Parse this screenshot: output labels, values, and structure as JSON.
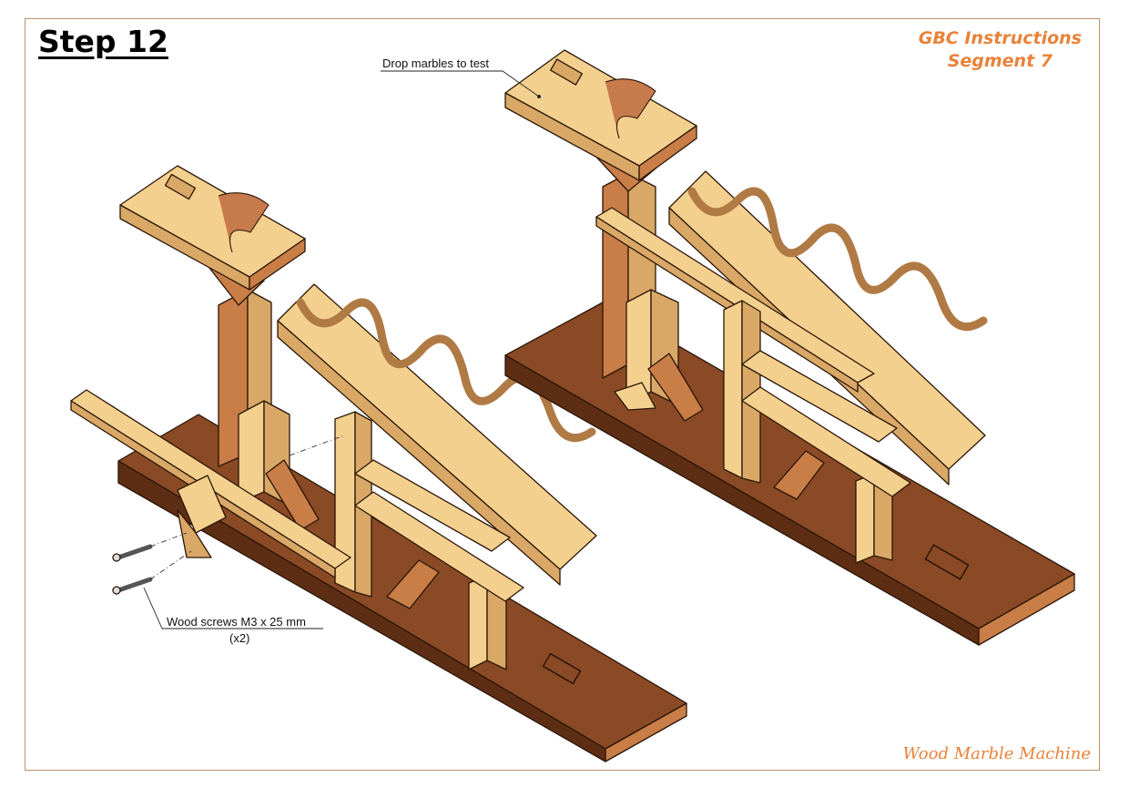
{
  "header": {
    "step_title": "Step 12"
  },
  "branding": {
    "line1": "GBC Instructions",
    "line2": "Segment 7",
    "footer": "Wood Marble Machine",
    "accent_color": "#e8833a"
  },
  "callouts": {
    "drop_marbles": "Drop marbles to test",
    "screws": "Wood screws M3 x 25 mm",
    "screws_qty": "(x2)"
  },
  "colors": {
    "dark_wood": "#8a4a25",
    "dark_wood_side": "#5e2e14",
    "light_wood": "#f4d08e",
    "light_wood_shade": "#d9a866",
    "mid_wood": "#c97d47",
    "frame": "#b9916a"
  }
}
